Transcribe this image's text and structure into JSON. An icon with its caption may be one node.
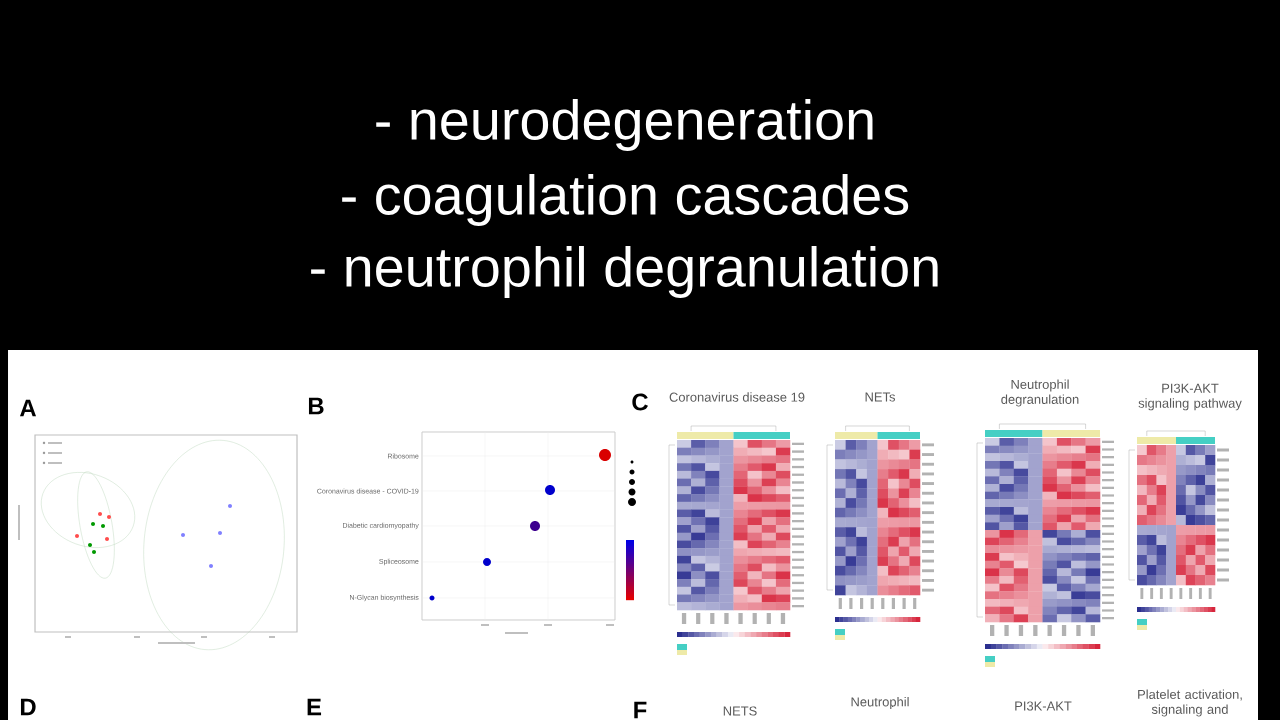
{
  "diagram": {
    "labels": [
      "- neurodegeneration",
      "- coagulation cascades",
      "- neutrophil degranulation",
      "A",
      "B",
      "C",
      "Ribosome",
      "Coronavirus disease - COVID-19",
      "Diabetic cardiomyopathy",
      "Spliceosome",
      "N-Glycan biosynthesis",
      "Coronavirus disease 19",
      "NETs",
      "Neutrophil degranulation",
      "PI3K-AKT signaling pathway",
      "D",
      "E",
      "F",
      "NETS",
      "Neutrophil",
      "PI3K-AKT",
      "Platelet activation, signaling and"
    ]
  }
}
